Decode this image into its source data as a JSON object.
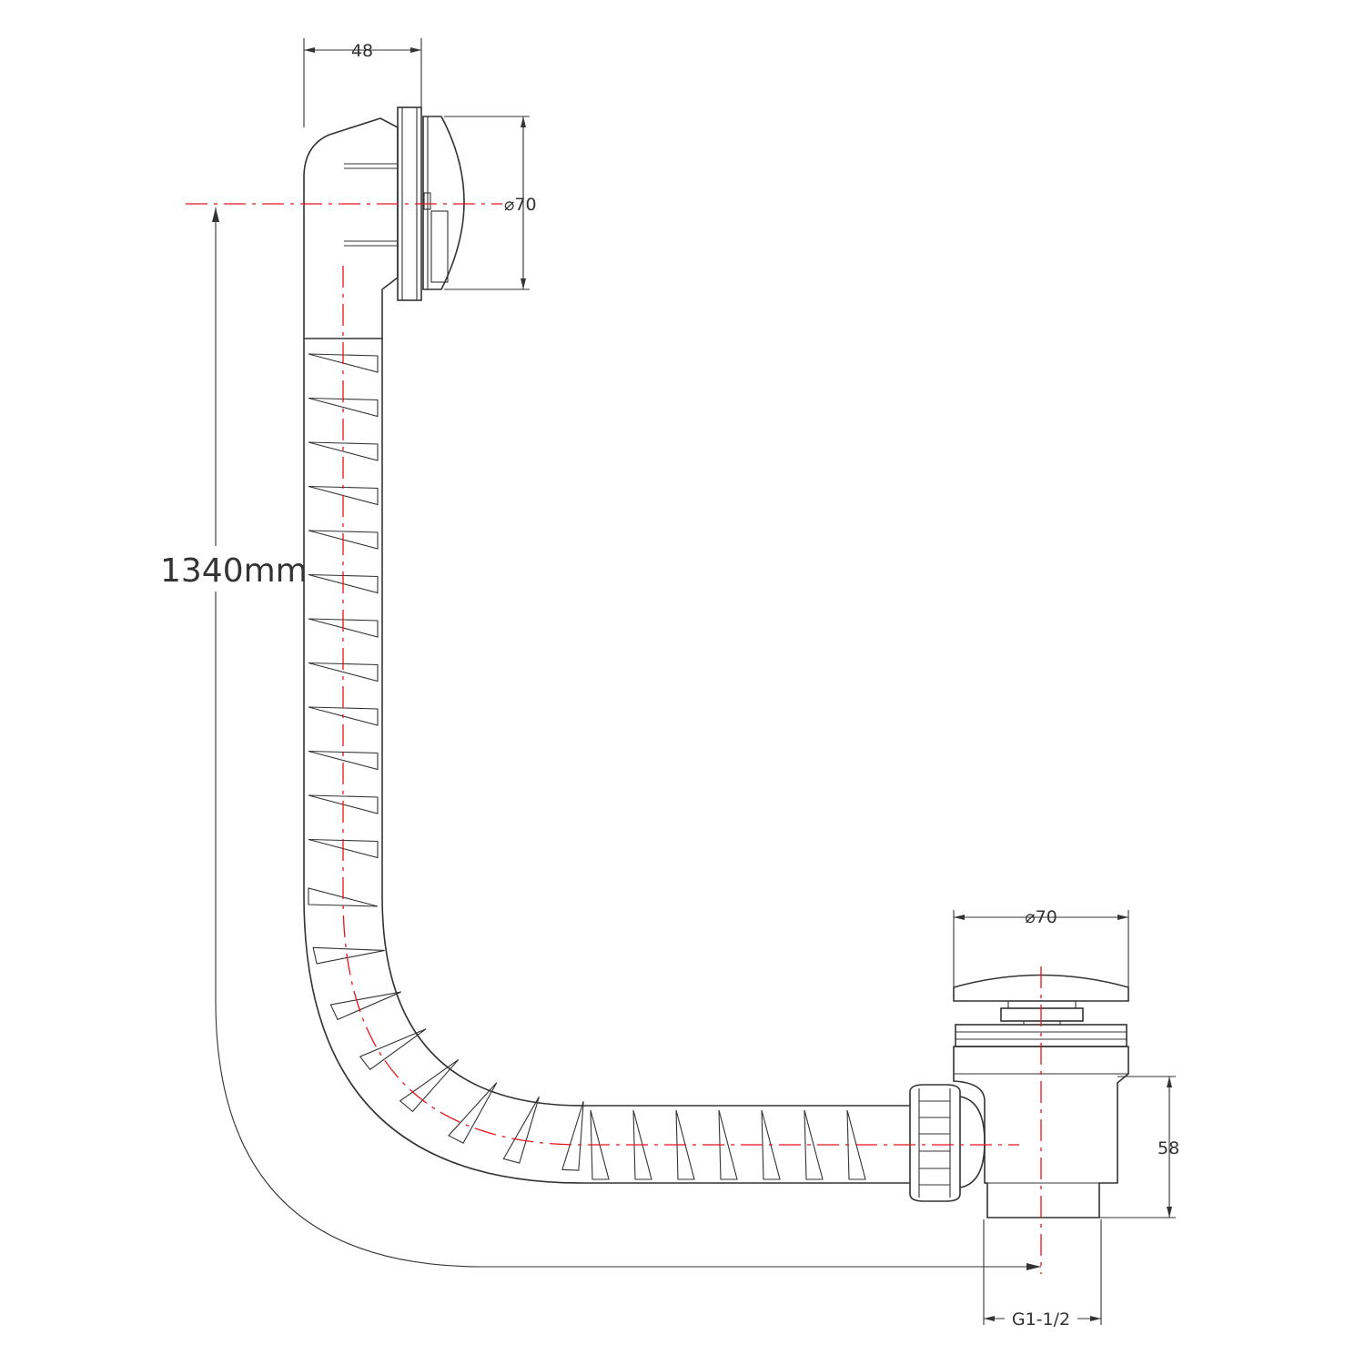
{
  "dimensions": {
    "overflow_width": "48",
    "overflow_diameter": "⌀70",
    "overall_length": "1340mm",
    "waste_diameter": "⌀70",
    "waste_height": "58",
    "thread_size": "G1-1/2"
  },
  "colors": {
    "line": "#333333",
    "centerline": "#e8141c",
    "background": "#ffffff"
  }
}
